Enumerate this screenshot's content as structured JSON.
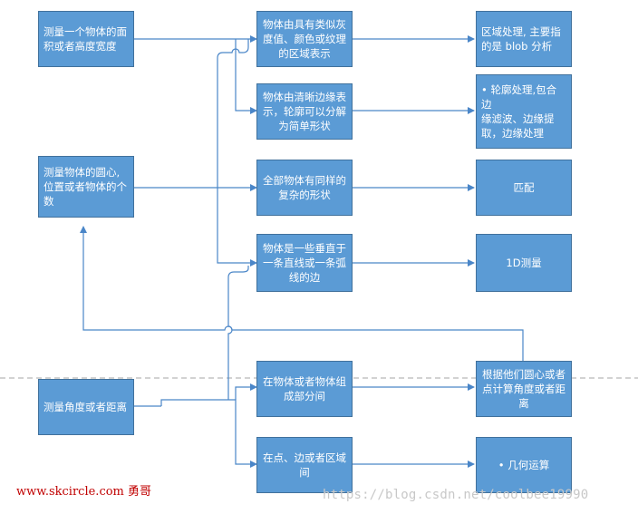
{
  "colors": {
    "box_fill": "#5b9bd5",
    "box_border": "#41719c",
    "connector": "#4a86c8",
    "divider": "#a6a6a6",
    "watermark_left": "#c00000",
    "watermark_right": "#c8c8c8"
  },
  "boxes": {
    "measure_area": "测量一个物体的面\n积或者高度宽度",
    "measure_center": "测量物体的圆心,\n位置或者物体的个\n数",
    "measure_angle": "测量角度或者距离",
    "gray_texture": "物体由具有类似灰\n度值、颜色或纹理\n的区域表示",
    "clear_edges": "物体由清晰边缘表\n示，轮廓可以分解\n为简单形状",
    "complex_shape": "全部物体有同样的\n复杂的形状",
    "straight_edge": "物体是一些垂直于\n一条直线或一条弧\n线的边",
    "parts": "在物体或者物体组\n成部分间",
    "region": "在点、边或者区域\n间",
    "blob": "区域处理, 主要指\n的是 blob 分析",
    "contour": "• 轮廓处理,包合边\n缘滤波、边缘提\n取，边缘处理",
    "match": "匹配",
    "one_d": "1D测量",
    "angle_calc": "根据他们圆心或者\n点计算角度或者距\n离",
    "geometry": "• 几何运算"
  },
  "watermarks": {
    "left": "www.skcircle.com 勇哥",
    "right": "https://blog.csdn.net/coolbee19990"
  }
}
